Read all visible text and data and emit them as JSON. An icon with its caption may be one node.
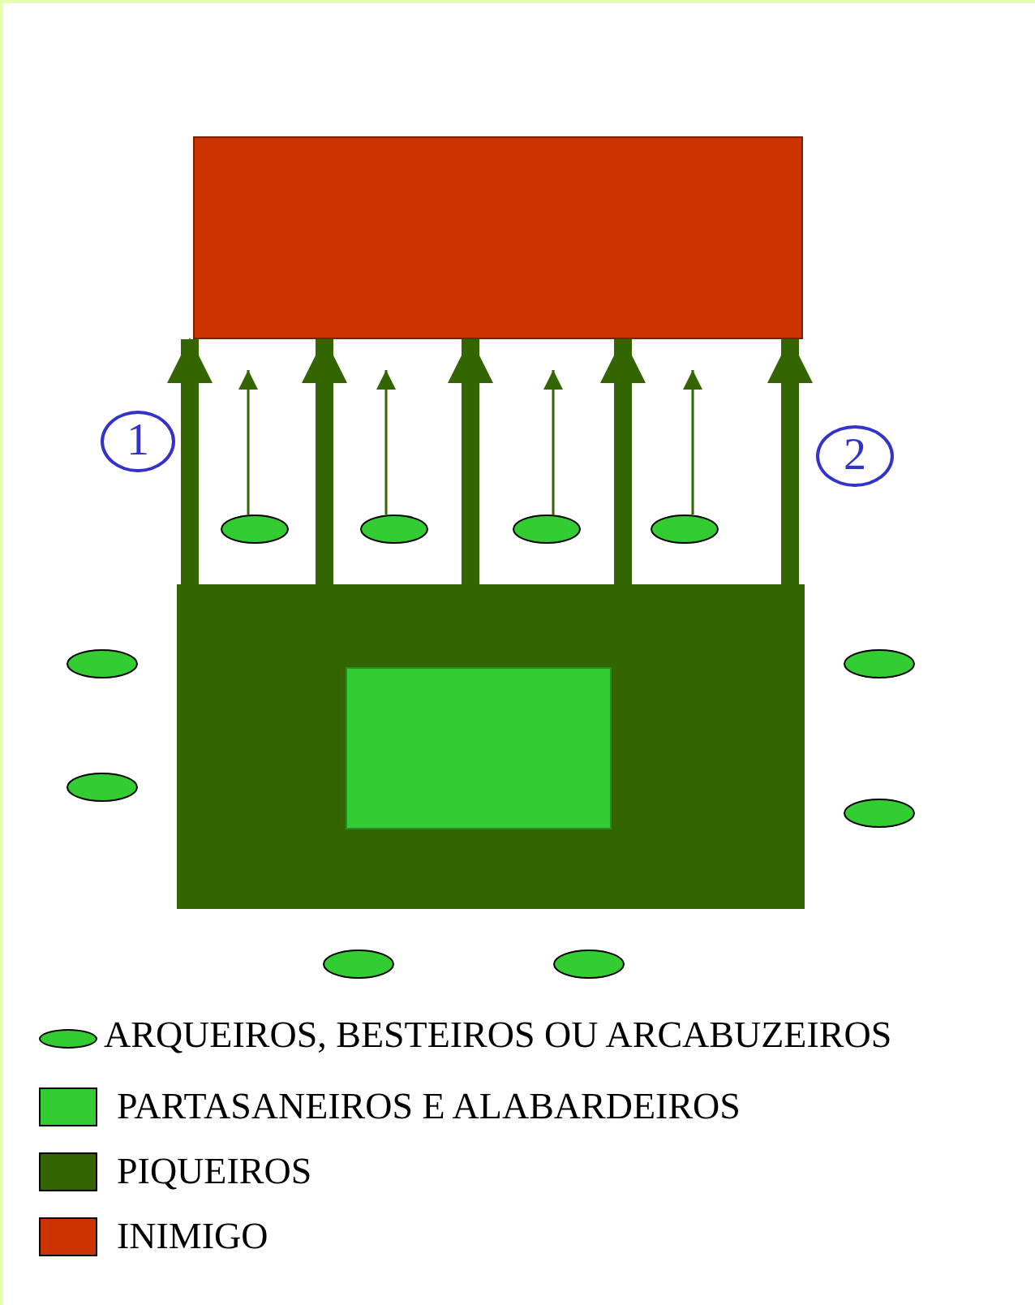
{
  "diagram": {
    "nodes": [
      {
        "text": [],
        "shape": "box"
      },
      {
        "text": [],
        "shape": "box"
      },
      {
        "text": [],
        "shape": "box",
        "in": 1
      },
      {
        "text": [],
        "shape": "ellipse"
      },
      {
        "text": [],
        "shape": "ellipse"
      },
      {
        "text": [],
        "shape": "ellipse"
      },
      {
        "text": [],
        "shape": "ellipse"
      },
      {
        "text": [],
        "shape": "ellipse"
      },
      {
        "text": [],
        "shape": "ellipse"
      },
      {
        "text": [],
        "shape": "ellipse"
      },
      {
        "text": [],
        "shape": "ellipse"
      },
      {
        "text": [],
        "shape": "ellipse"
      },
      {
        "text": [],
        "shape": "ellipse"
      },
      {
        "text": [
          "1"
        ]
      },
      {
        "text": [
          "2"
        ]
      }
    ],
    "edges": [
      {
        "from": 1,
        "to": 0,
        "arrow": "to"
      },
      {
        "from": 1,
        "to": 0,
        "arrow": "to"
      },
      {
        "from": 1,
        "to": 0,
        "arrow": "to"
      },
      {
        "from": 1,
        "to": 0,
        "arrow": "to"
      },
      {
        "from": 1,
        "to": 0,
        "arrow": "to"
      },
      {
        "from": 3,
        "to": 0,
        "arrow": "to"
      },
      {
        "from": 4,
        "to": 0,
        "arrow": "to"
      },
      {
        "from": 5,
        "to": 0,
        "arrow": "to"
      },
      {
        "from": 6,
        "to": 0,
        "arrow": "to"
      }
    ],
    "legend": [
      {
        "text": "ARQUEIROS, BESTEIROS OU ARCABUZEIROS"
      },
      {
        "text": "PARTASANEIROS E ALABARDEIROS",
        "color": "#33cc33"
      },
      {
        "text": "PIQUEIROS",
        "color": "#336600"
      },
      {
        "text": "INIMIGO",
        "color": "#cc3300"
      }
    ]
  }
}
